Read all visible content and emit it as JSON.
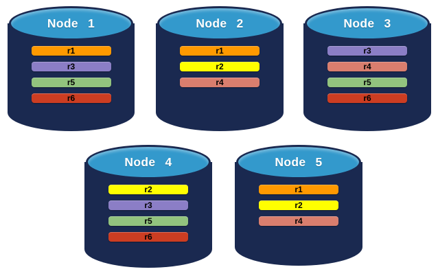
{
  "colors": {
    "cylinder_body": "#1A2950",
    "cylinder_top": "#3399CC",
    "title_text": "#FFFFFF",
    "bar_text": "#000000"
  },
  "replica_colors": {
    "r1": "#FF9900",
    "r2": "#FFFF00",
    "r3": "#8B7EC6",
    "r4": "#D97E6E",
    "r5": "#92C37E",
    "r6": "#CC3D22"
  },
  "nodes": [
    {
      "title": "Node 1",
      "replicas": [
        "r1",
        "r3",
        "r5",
        "r6"
      ]
    },
    {
      "title": "Node 2",
      "replicas": [
        "r1",
        "r2",
        "r4"
      ]
    },
    {
      "title": "Node 3",
      "replicas": [
        "r3",
        "r4",
        "r5",
        "r6"
      ]
    },
    {
      "title": "Node 4",
      "replicas": [
        "r2",
        "r3",
        "r5",
        "r6"
      ]
    },
    {
      "title": "Node 5",
      "replicas": [
        "r1",
        "r2",
        "r4"
      ]
    }
  ]
}
